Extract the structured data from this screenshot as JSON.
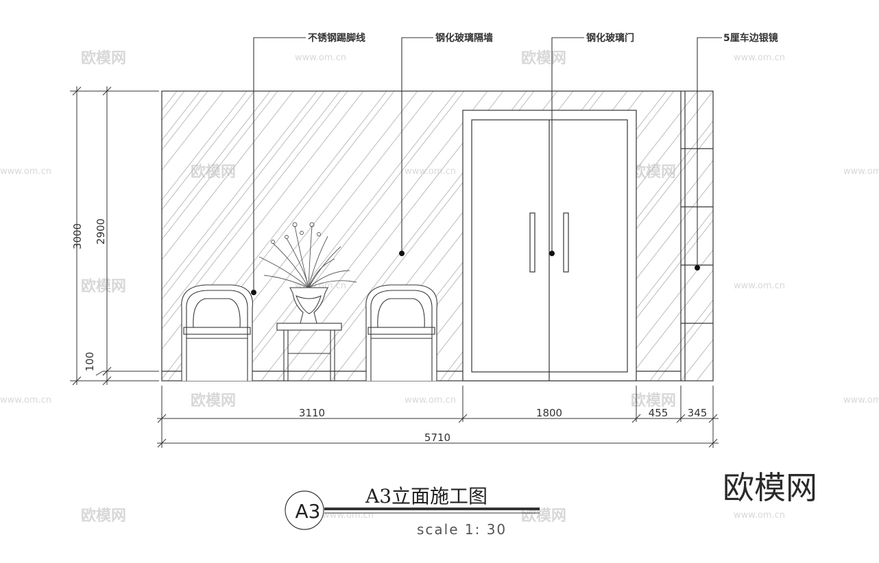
{
  "drawing": {
    "title": "A3立面施工图",
    "label": "A3",
    "scale": "scale 1: 30"
  },
  "callouts": [
    {
      "label": "不锈钢踢脚线"
    },
    {
      "label": "钢化玻璃隔墙"
    },
    {
      "label": "钢化玻璃门"
    },
    {
      "label": "5厘车边银镜"
    }
  ],
  "dimensions": {
    "horizontal": [
      "3110",
      "1800",
      "455",
      "345"
    ],
    "total": "5710",
    "vertical": [
      "3000",
      "2900",
      "100"
    ]
  },
  "watermark": {
    "text": "欧模网",
    "url": "www.om.cn"
  },
  "brand": {
    "logo_text": "欧模网"
  },
  "colors": {
    "line": "#333333",
    "hatch": "#bbbbbb",
    "watermark": "#d8d8d8"
  }
}
